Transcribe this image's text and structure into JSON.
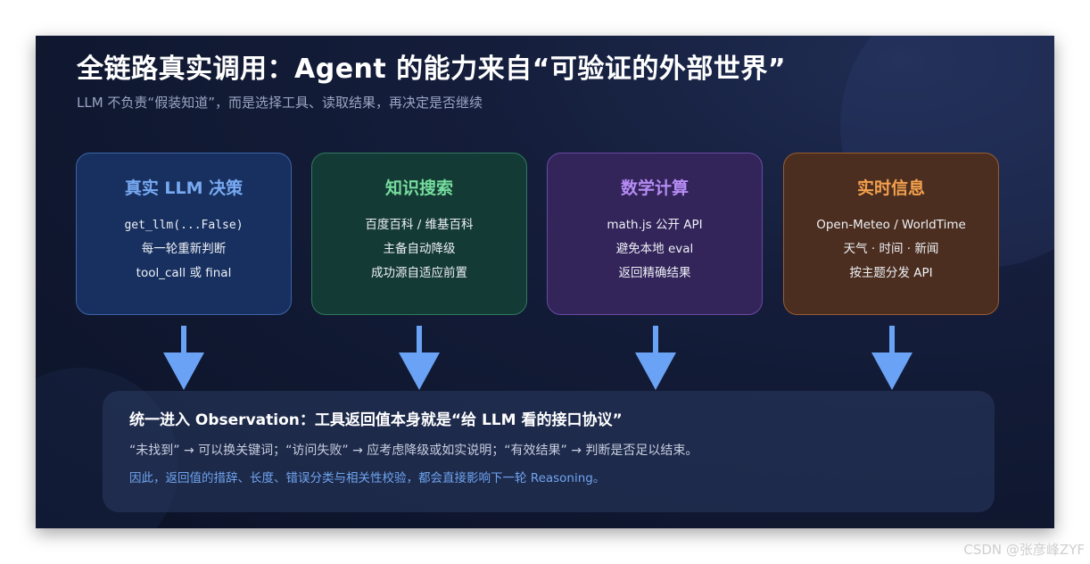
{
  "header": {
    "title": "全链路真实调用：Agent 的能力来自“可验证的外部世界”",
    "subtitle": "LLM 不负责“假装知道”，而是选择工具、读取结果，再决定是否继续"
  },
  "cards": [
    {
      "title": "真实 LLM 决策",
      "lines": [
        "get_llm(...False)",
        "每一轮重新判断",
        "tool_call 或 final"
      ],
      "accent": "#78a9f2"
    },
    {
      "title": "知识搜索",
      "lines": [
        "百度百科 / 维基百科",
        "主备自动降级",
        "成功源自适应前置"
      ],
      "accent": "#74dc9c"
    },
    {
      "title": "数学计算",
      "lines": [
        "math.js 公开 API",
        "避免本地 eval",
        "返回精确结果"
      ],
      "accent": "#b58cf4"
    },
    {
      "title": "实时信息",
      "lines": [
        "Open-Meteo / WorldTime",
        "天气 · 时间 · 新闻",
        "按主题分发 API"
      ],
      "accent": "#f4a04e"
    }
  ],
  "arrow_color": "#6aa3f5",
  "panel": {
    "title": "统一进入 Observation：工具返回值本身就是“给 LLM 看的接口协议”",
    "line1": "“未找到” → 可以换关键词；“访问失败” → 应考虑降级或如实说明；“有效结果” → 判断是否足以结束。",
    "line2": "因此，返回值的措辞、长度、错误分类与相关性校验，都会直接影响下一轮 Reasoning。"
  },
  "watermark": "CSDN @张彦峰ZYF"
}
